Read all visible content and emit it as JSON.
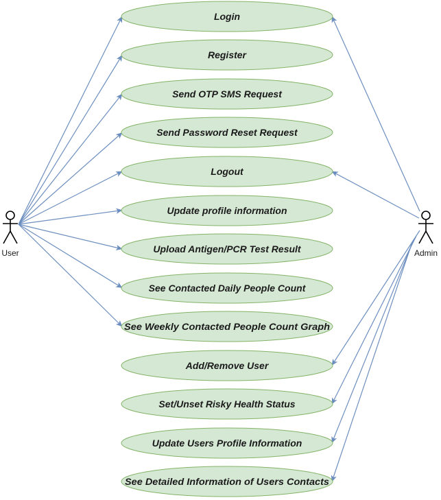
{
  "diagram": {
    "type": "use-case",
    "actors": {
      "user": {
        "label": "User"
      },
      "admin": {
        "label": "Admin"
      }
    },
    "use_cases": [
      {
        "id": "login",
        "label": "Login"
      },
      {
        "id": "register",
        "label": "Register"
      },
      {
        "id": "send-otp-sms-request",
        "label": "Send OTP SMS Request"
      },
      {
        "id": "send-password-reset-request",
        "label": "Send Password Reset Request"
      },
      {
        "id": "logout",
        "label": "Logout"
      },
      {
        "id": "update-profile-information",
        "label": "Update profile information"
      },
      {
        "id": "upload-test-result",
        "label": "Upload Antigen/PCR Test Result"
      },
      {
        "id": "see-contacted-daily-people-count",
        "label": "See Contacted Daily People Count"
      },
      {
        "id": "see-weekly-contacted-graph",
        "label": "See Weekly Contacted People Count Graph"
      },
      {
        "id": "add-remove-user",
        "label": "Add/Remove User"
      },
      {
        "id": "set-unset-risky-health-status",
        "label": "Set/Unset Risky Health Status"
      },
      {
        "id": "update-users-profile-information",
        "label": "Update Users Profile Information"
      },
      {
        "id": "see-detailed-users-contacts",
        "label": "See Detailed Information of Users Contacts"
      }
    ],
    "associations": {
      "user": [
        "login",
        "register",
        "send-otp-sms-request",
        "send-password-reset-request",
        "logout",
        "update-profile-information",
        "upload-test-result",
        "see-contacted-daily-people-count",
        "see-weekly-contacted-graph"
      ],
      "admin": [
        "login",
        "logout",
        "add-remove-user",
        "set-unset-risky-health-status",
        "update-users-profile-information",
        "see-detailed-users-contacts"
      ]
    },
    "colors": {
      "ellipse_fill": "#d5e8d4",
      "ellipse_stroke": "#82b366",
      "edge": "#6c8ebf",
      "text": "#1a1a1a",
      "actor_stroke": "#000000"
    }
  }
}
